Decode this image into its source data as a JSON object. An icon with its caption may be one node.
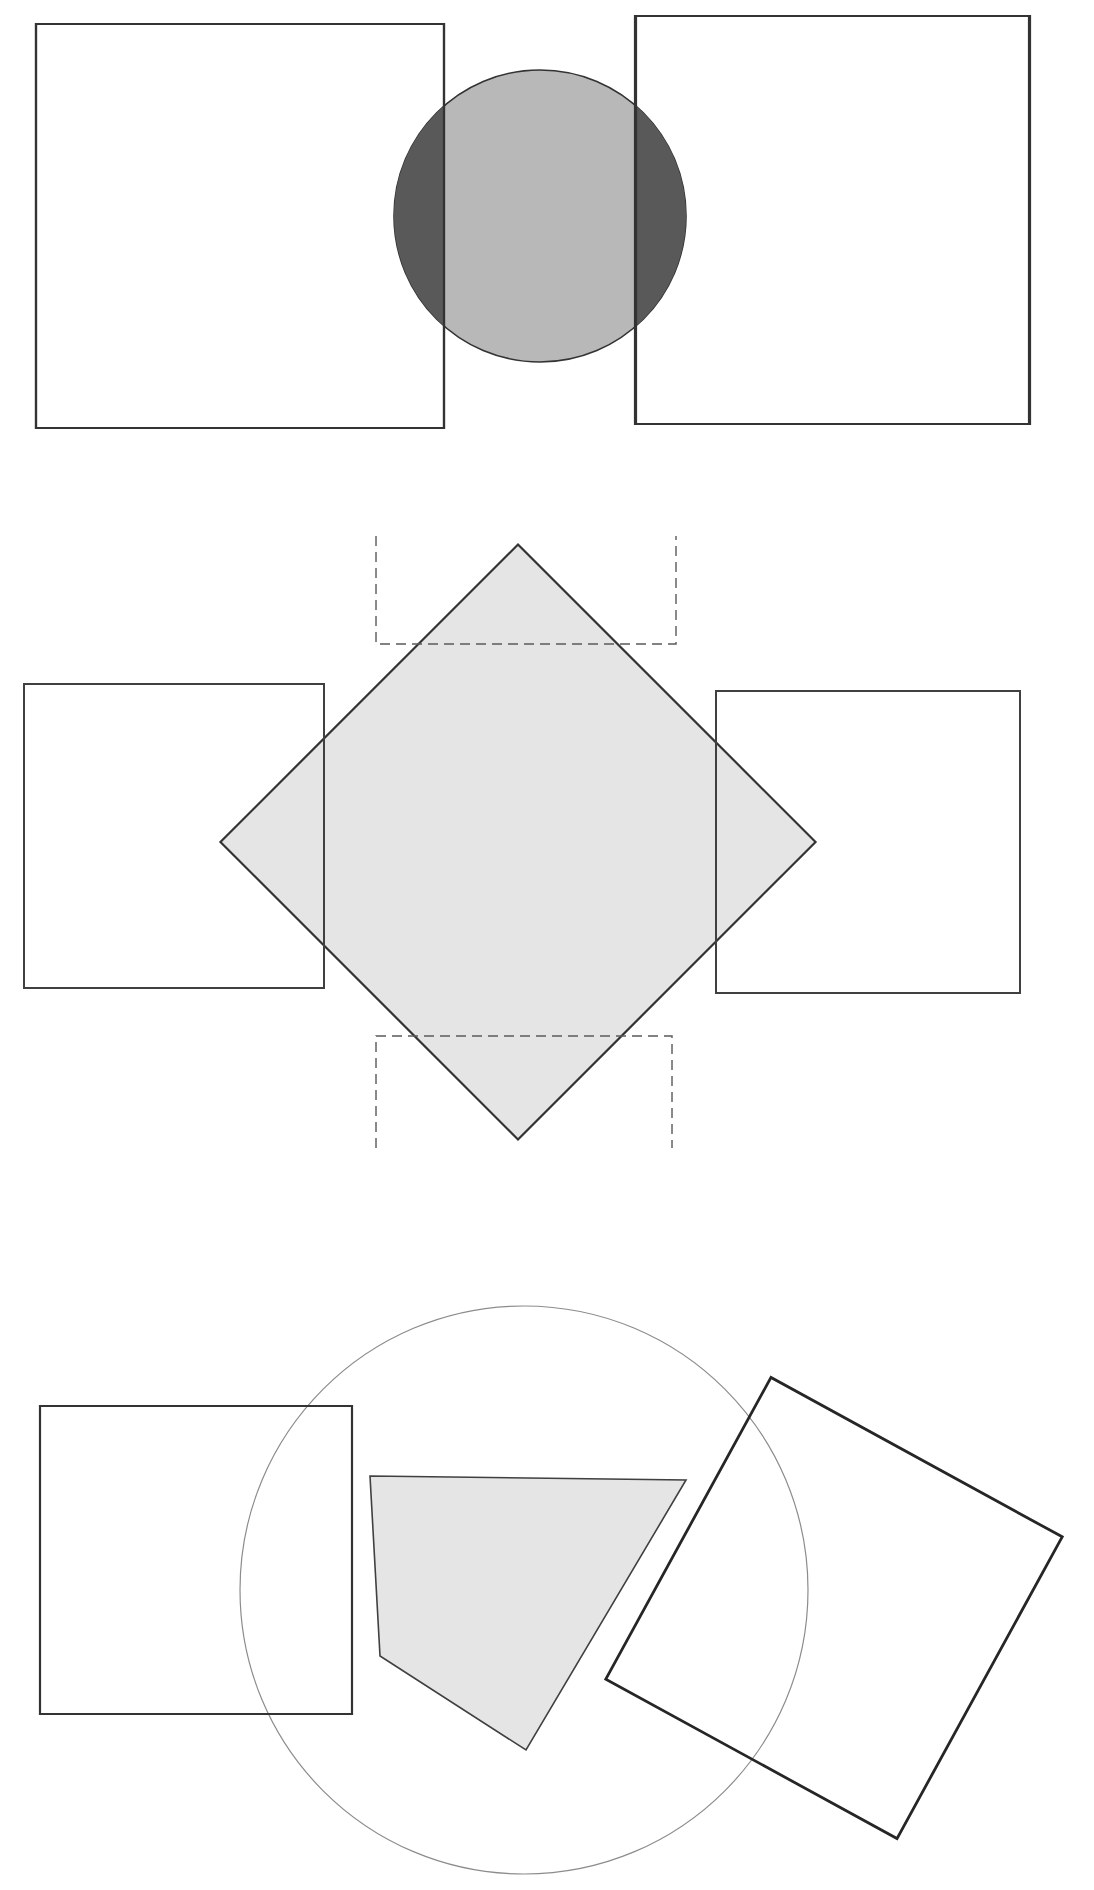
{
  "diagram": {
    "nodes": [
      {
        "text": [],
        "shape": "box"
      },
      {
        "text": [],
        "shape": "circle"
      },
      {
        "text": [],
        "shape": "box"
      },
      {
        "text": [],
        "shape": "box"
      },
      {
        "text": [],
        "shape": "diamond"
      },
      {
        "text": [],
        "shape": "box"
      },
      {
        "text": [],
        "shape": "circle"
      },
      {
        "text": [],
        "shape": "box"
      },
      {
        "text": [],
        "shape": "polygon",
        "in": 6
      },
      {
        "text": [],
        "shape": "box"
      }
    ]
  }
}
